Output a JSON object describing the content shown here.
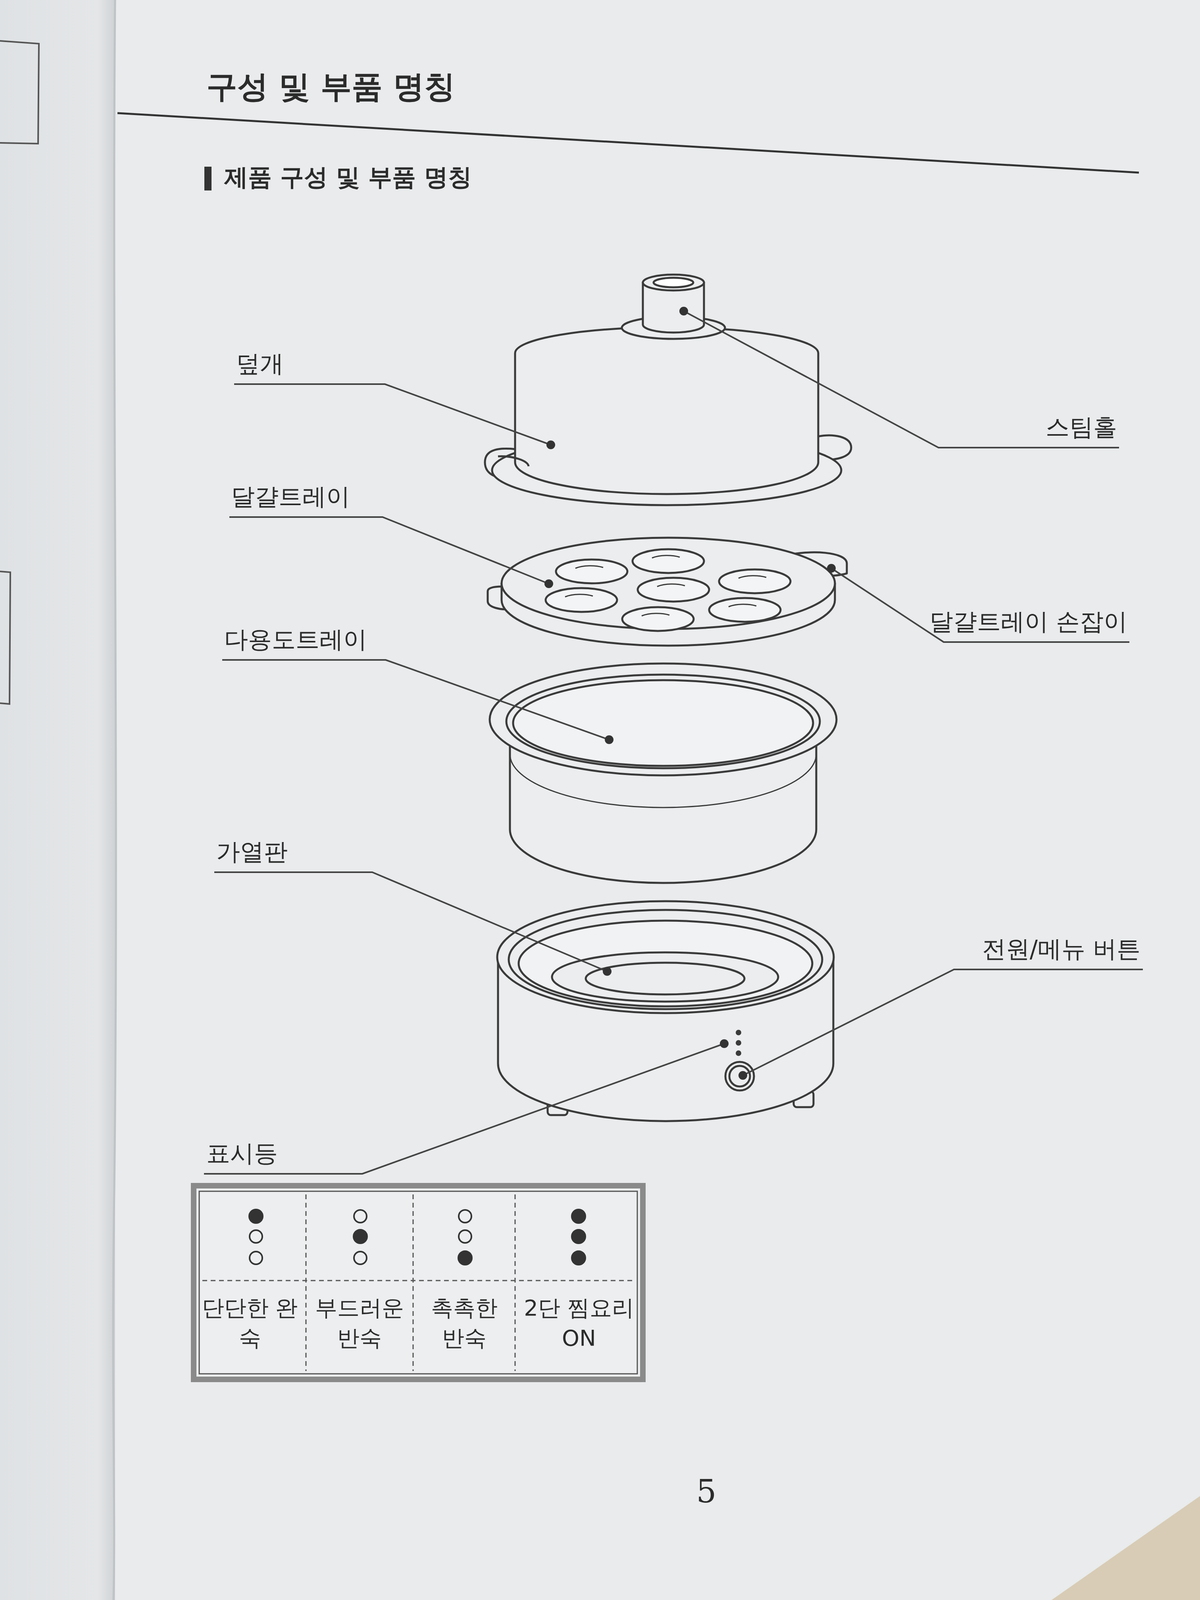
{
  "diagram": {
    "title": "구성 및 부품 명칭",
    "labels": [
      "제품 구성 및 부품 명칭",
      "덮개",
      "스팀홀",
      "달걀트레이",
      "달걀트레이 손잡이",
      "다용도트레이",
      "가열판",
      "전원/메뉴 버튼",
      "표시등",
      "단단한 완숙",
      "부드러운 반숙",
      "촉촉한 반숙",
      "2단 찜요리 ON",
      "5"
    ]
  }
}
